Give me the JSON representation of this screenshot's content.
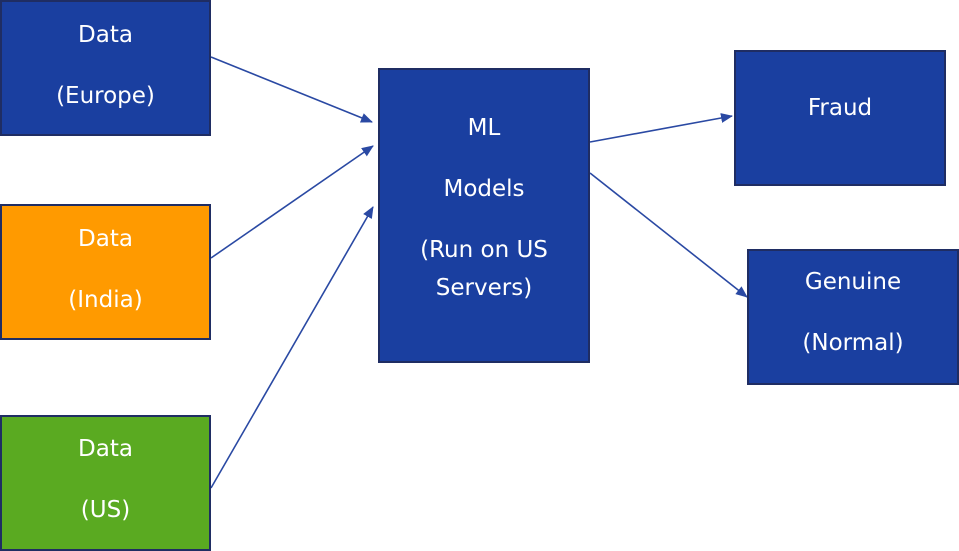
{
  "colors": {
    "blue": "#1a3fa0",
    "orange": "#ff9a00",
    "green": "#5aaa21",
    "border": "#1f2d63",
    "arrow": "#2a49a3"
  },
  "nodes": {
    "europe": {
      "line1": "Data",
      "line2": "(Europe)",
      "color": "blue"
    },
    "india": {
      "line1": "Data",
      "line2": "(India)",
      "color": "orange"
    },
    "us": {
      "line1": "Data",
      "line2": "(US)",
      "color": "green"
    },
    "ml": {
      "line1": "ML",
      "line2": "Models",
      "line3": "(Run on US",
      "line4": "Servers)",
      "color": "blue"
    },
    "fraud": {
      "line1": "Fraud",
      "color": "blue"
    },
    "genuine": {
      "line1": "Genuine",
      "line2": "(Normal)",
      "color": "blue"
    }
  },
  "edges": [
    {
      "from": "europe",
      "to": "ml"
    },
    {
      "from": "india",
      "to": "ml"
    },
    {
      "from": "us",
      "to": "ml"
    },
    {
      "from": "ml",
      "to": "fraud"
    },
    {
      "from": "ml",
      "to": "genuine"
    }
  ]
}
